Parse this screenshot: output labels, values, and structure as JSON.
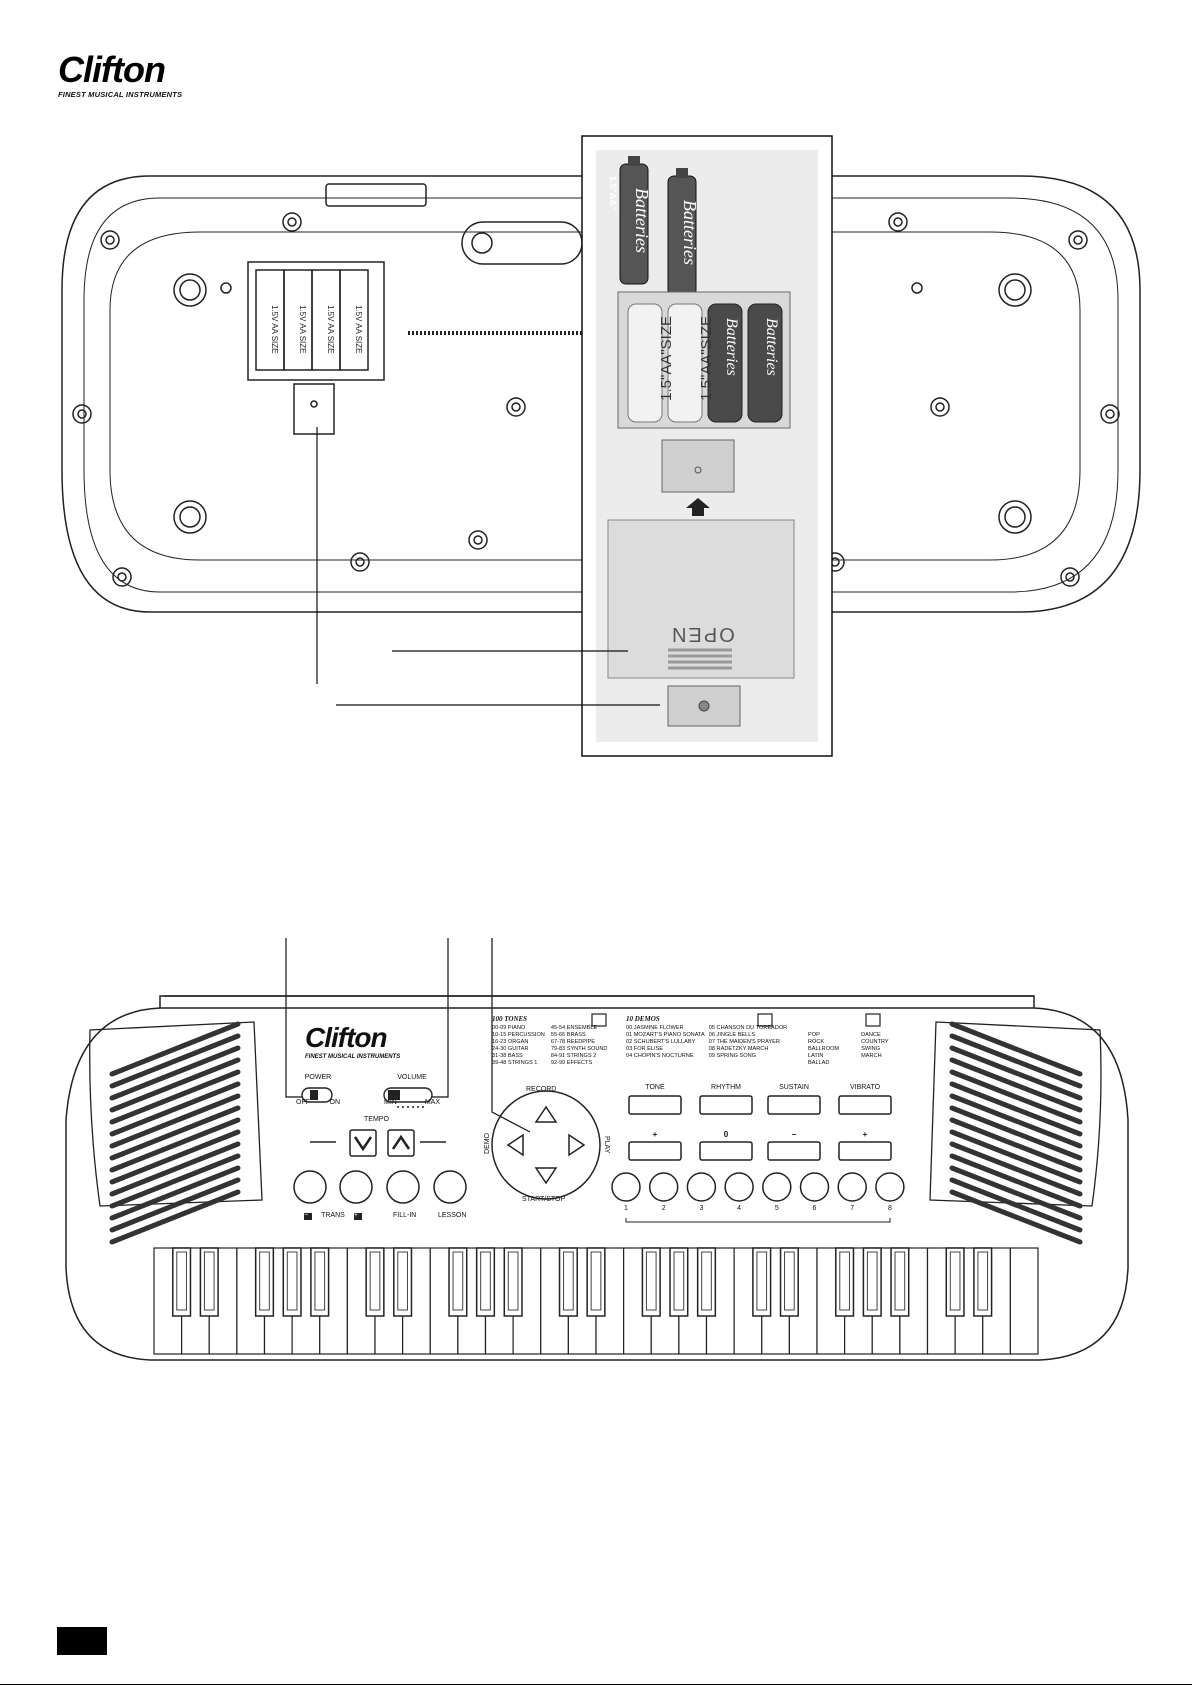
{
  "brand": {
    "name": "Clifton",
    "tagline": "FINEST MUSICAL INSTRUMENTS"
  },
  "battery_diagram": {
    "battery_brand": "Batteries",
    "battery_rating": "1.5\"AA\"",
    "compartment_label": "1.5\"AA\"SIZE",
    "slot_label": "1.5V AA SIZE",
    "lid_label": "OPEN"
  },
  "panel": {
    "power": {
      "label": "POWER",
      "off": "OFF",
      "on": "ON"
    },
    "volume": {
      "label": "VOLUME",
      "min": "MIN",
      "max": "MAX"
    },
    "tempo": {
      "label": "TEMPO"
    },
    "dpad": {
      "top": "RECORD",
      "left": "DEMO",
      "right": "PLAY",
      "bottom": "START/STOP"
    },
    "trans": {
      "minus": "−",
      "label": "TRANS",
      "plus": "+"
    },
    "fill_in": "FILL-IN",
    "lesson": "LESSON",
    "function_buttons": [
      "TONE",
      "RHYTHM",
      "SUSTAIN",
      "VIBRATO"
    ],
    "numeric_keys": [
      "1",
      "2",
      "3",
      "4",
      "5",
      "6",
      "7",
      "8"
    ],
    "function_signs": [
      "+",
      "0",
      "−",
      "+"
    ],
    "tones": {
      "title": "100 TONES",
      "col1": [
        "00-09  PIANO",
        "10-15  PERCUSSION",
        "16-23  ORGAN",
        "24-30  GUITAR",
        "31-38  BASS",
        "39-48  STRINGS 1"
      ],
      "col2": [
        "45-54  ENSEMBLE",
        "55-66  BRASS",
        "67-78  REEDPIPE",
        "79-83  SYNTH SOUND",
        "84-91  STRINGS 2",
        "92-99  EFFECTS"
      ]
    },
    "demos": {
      "title": "10 DEMOS",
      "col1": [
        "00  JASMINE FLOWER",
        "01  MOZART'S PIANO SONATA",
        "02  SCHUBERT'S LULLABY",
        "03  FOR ELISE",
        "04  CHOPIN'S NOCTURNE"
      ],
      "col2": [
        "05  CHANSON DU TOREADOR",
        "06  JINGLE BELLS",
        "07  THE MAIDEN'S PRAYER",
        "08  RADETZKY MARCH",
        "09  SPRING SONG"
      ]
    },
    "rhythms": {
      "col1": [
        "POP",
        "ROCK",
        "BALLROOM",
        "LATIN",
        "BALLAD"
      ],
      "col2": [
        "DANCE",
        "COUNTRY",
        "SWING",
        "MARCH"
      ]
    }
  },
  "colors": {
    "ink": "#1a1a1a",
    "photo_bg": "#e6e6e6",
    "page_marker": "#000000"
  }
}
